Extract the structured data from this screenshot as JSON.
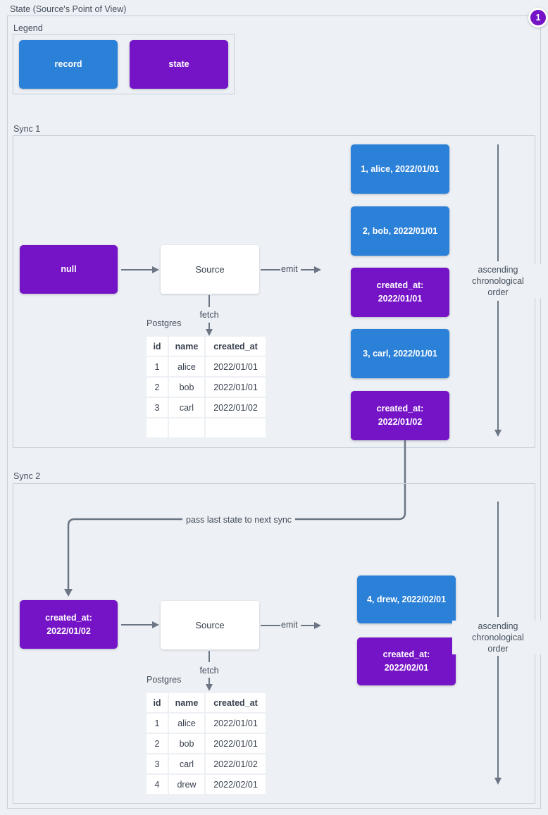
{
  "page": {
    "title": "State (Source's Point of View)",
    "badge": "1"
  },
  "colors": {
    "record_blue": "#2b80d8",
    "state_purple": "#7513c6",
    "background": "#edf0f4",
    "frame_border": "#c8cfda",
    "arrow_gray": "#6b7584",
    "label_text": "#46505e",
    "dark_text": "#39414f"
  },
  "legend": {
    "label": "Legend",
    "items": [
      {
        "label": "record",
        "type": "record"
      },
      {
        "label": "state",
        "type": "state"
      }
    ]
  },
  "sync1": {
    "label": "Sync 1",
    "input_state": {
      "text": "null"
    },
    "source_label": "Source",
    "emit_label": "emit",
    "fetch_label": "fetch",
    "db_label": "Postgres",
    "table": {
      "headers": [
        "id",
        "name",
        "created_at"
      ],
      "rows": [
        [
          "1",
          "alice",
          "2022/01/01"
        ],
        [
          "2",
          "bob",
          "2022/01/01"
        ],
        [
          "3",
          "carl",
          "2022/01/02"
        ],
        [
          "",
          "",
          ""
        ]
      ]
    },
    "emitted": [
      {
        "type": "record",
        "text": "1, alice, 2022/01/01"
      },
      {
        "type": "record",
        "text": "2, bob, 2022/01/01"
      },
      {
        "type": "state",
        "line1": "created_at:",
        "line2": "2022/01/01"
      },
      {
        "type": "record",
        "text": "3, carl, 2022/01/01"
      },
      {
        "type": "state",
        "line1": "created_at:",
        "line2": "2022/01/02"
      }
    ],
    "order_note": {
      "line1": "ascending",
      "line2": "chronological",
      "line3": "order"
    }
  },
  "connector": {
    "label": "pass last state to next sync"
  },
  "sync2": {
    "label": "Sync 2",
    "input_state": {
      "line1": "created_at:",
      "line2": "2022/01/02"
    },
    "source_label": "Source",
    "emit_label": "emit",
    "fetch_label": "fetch",
    "db_label": "Postgres",
    "table": {
      "headers": [
        "id",
        "name",
        "created_at"
      ],
      "rows": [
        [
          "1",
          "alice",
          "2022/01/01"
        ],
        [
          "2",
          "bob",
          "2022/01/01"
        ],
        [
          "3",
          "carl",
          "2022/01/02"
        ],
        [
          "4",
          "drew",
          "2022/02/01"
        ]
      ]
    },
    "emitted": [
      {
        "type": "record",
        "text": "4, drew, 2022/02/01"
      },
      {
        "type": "state",
        "line1": "created_at:",
        "line2": "2022/02/01"
      }
    ],
    "order_note": {
      "line1": "ascending",
      "line2": "chronological",
      "line3": "order"
    }
  }
}
